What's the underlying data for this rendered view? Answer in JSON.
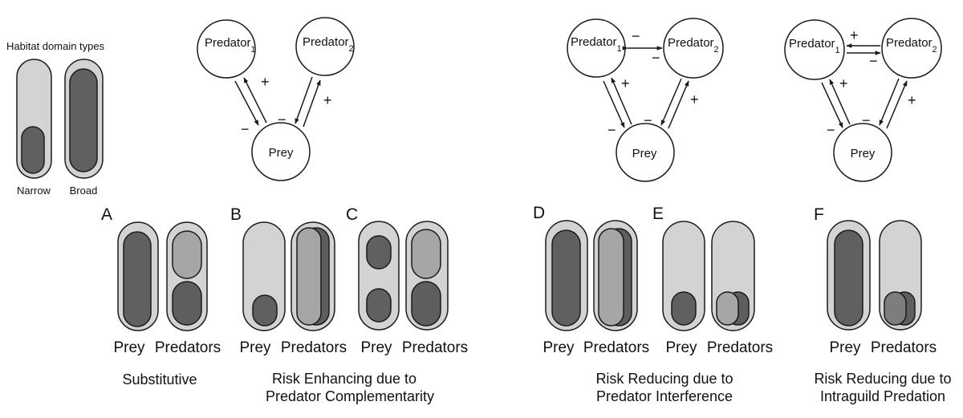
{
  "colors": {
    "outer_fill": "#d3d3d3",
    "prey_fill": "#606060",
    "pred_light": "#a6a6a6",
    "pred_dark": "#5e5e5e",
    "pred_mid": "#7d7d7d",
    "stroke": "#1a1a1a"
  },
  "legend": {
    "title": "Habitat domain types",
    "narrow": "Narrow",
    "broad": "Broad"
  },
  "nodes": {
    "predator": "Predator",
    "sub1": "1",
    "sub2": "2",
    "prey": "Prey"
  },
  "signs": {
    "plus": "+",
    "minus": "−"
  },
  "panels": {
    "a": {
      "letter": "A",
      "prey": "Prey",
      "predators": "Predators"
    },
    "b": {
      "letter": "B",
      "prey": "Prey",
      "predators": "Predators"
    },
    "c": {
      "letter": "C",
      "prey": "Prey",
      "predators": "Predators"
    },
    "d": {
      "letter": "D",
      "prey": "Prey",
      "predators": "Predators"
    },
    "e": {
      "letter": "E",
      "prey": "Prey",
      "predators": "Predators"
    },
    "f": {
      "letter": "F",
      "prey": "Prey",
      "predators": "Predators"
    }
  },
  "captions": {
    "substitutive": "Substitutive",
    "enhancing_1": "Risk Enhancing due to",
    "enhancing_2": "Predator Complementarity",
    "interference_1": "Risk Reducing due to",
    "interference_2": "Predator Interference",
    "intraguild_1": "Risk Reducing due to",
    "intraguild_2": "Intraguild Predation"
  }
}
